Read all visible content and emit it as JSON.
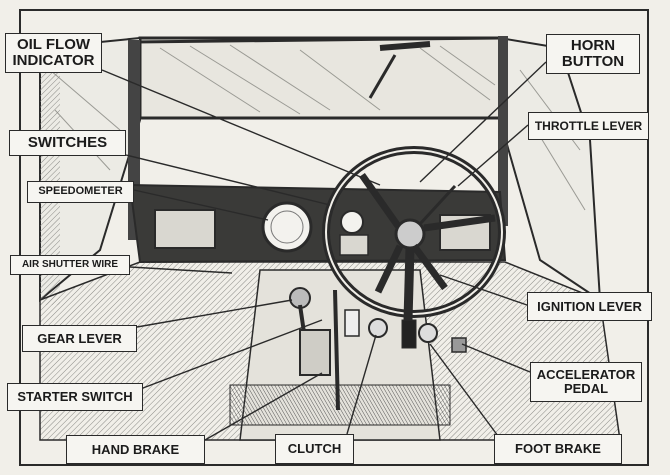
{
  "labels": {
    "oil_flow_indicator": "OIL FLOW\nINDICATOR",
    "switches": "SWITCHES",
    "speedometer": "SPEEDOMETER",
    "air_shutter_wire": "AIR SHUTTER WIRE",
    "gear_lever": "GEAR LEVER",
    "starter_switch": "STARTER SWITCH",
    "hand_brake": "HAND BRAKE",
    "clutch": "CLUTCH",
    "foot_brake": "FOOT BRAKE",
    "horn_button": "HORN\nBUTTON",
    "throttle_lever": "THROTTLE LEVER",
    "ignition_lever": "IGNITION LEVER",
    "accelerator_pedal": "ACCELERATOR\nPEDAL"
  },
  "colors": {
    "ink": "#2a2a2a",
    "paper": "#f1efe9",
    "label_bg": "#f6f5f1"
  }
}
